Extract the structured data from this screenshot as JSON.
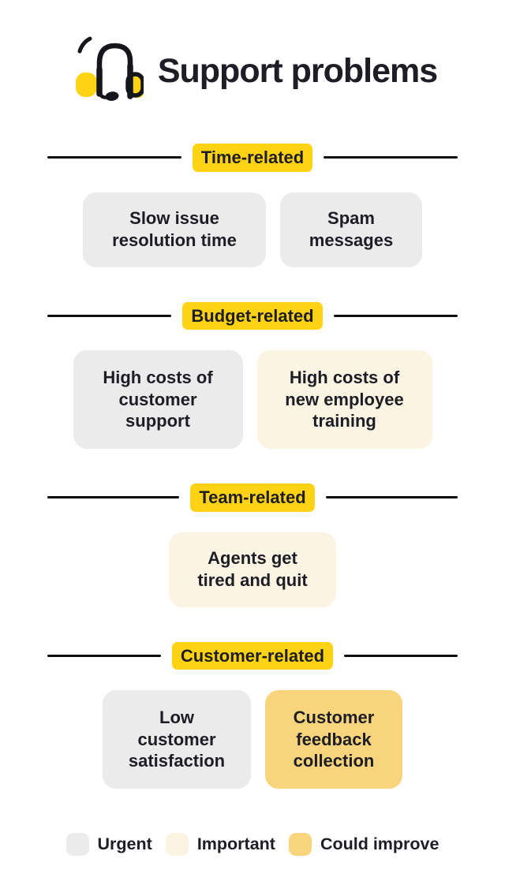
{
  "header": {
    "title": "Support problems",
    "icon": "headset-icon"
  },
  "sections": [
    {
      "label": "Time-related",
      "cards": [
        {
          "label": "Slow issue resolution time",
          "severity": "urgent"
        },
        {
          "label": "Spam messages",
          "severity": "urgent"
        }
      ]
    },
    {
      "label": "Budget-related",
      "cards": [
        {
          "label": "High costs of customer support",
          "severity": "urgent"
        },
        {
          "label": "High costs of new employee training",
          "severity": "important"
        }
      ]
    },
    {
      "label": "Team-related",
      "cards": [
        {
          "label": "Agents get tired and quit",
          "severity": "important"
        }
      ]
    },
    {
      "label": "Customer-related",
      "cards": [
        {
          "label": "Low customer satisfaction",
          "severity": "urgent"
        },
        {
          "label": "Customer feedback collection",
          "severity": "could_improve"
        }
      ]
    }
  ],
  "legend": {
    "items": [
      {
        "label": "Urgent",
        "color": "#EBEBEB"
      },
      {
        "label": "Important",
        "color": "#FCF4E2"
      },
      {
        "label": "Could improve",
        "color": "#F8D57C"
      }
    ]
  },
  "severity_colors": {
    "urgent": "#EBEBEB",
    "important": "#FCF4E2",
    "could_improve": "#F8D57C"
  },
  "colors": {
    "accent_yellow": "#FFD214",
    "text": "#1D1D26",
    "rule_black": "#0E0E12",
    "background": "#FFFFFF"
  }
}
